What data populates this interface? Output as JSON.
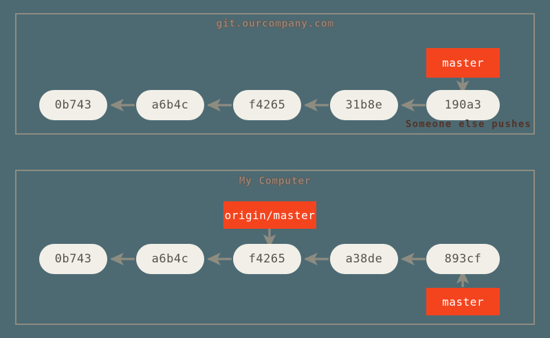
{
  "background_color": "#4d6a73",
  "palette": {
    "background": "#4d6a73",
    "panel_border": "#8e8c81",
    "commit_fill": "#f1efe7",
    "commit_text": "#55524c",
    "ref_label_bg": "#f4441e",
    "ref_label_text": "#ffffff",
    "arrow": "#8e8c81",
    "annotation_text": "#4f342a",
    "title_text": "#9b9289"
  },
  "panels": {
    "remote": {
      "title": "git.ourcompany.com",
      "commits": [
        {
          "id": "0b743"
        },
        {
          "id": "a6b4c"
        },
        {
          "id": "f4265"
        },
        {
          "id": "31b8e"
        },
        {
          "id": "190a3"
        }
      ],
      "labels": [
        {
          "name": "master",
          "points_to": "190a3",
          "direction": "down"
        }
      ],
      "annotation": "Someone else pushes"
    },
    "local": {
      "title": "My Computer",
      "commits": [
        {
          "id": "0b743"
        },
        {
          "id": "a6b4c"
        },
        {
          "id": "f4265"
        },
        {
          "id": "a38de"
        },
        {
          "id": "893cf"
        }
      ],
      "labels": [
        {
          "name": "origin/master",
          "points_to": "f4265",
          "direction": "down"
        },
        {
          "name": "master",
          "points_to": "893cf",
          "direction": "up"
        }
      ]
    }
  }
}
